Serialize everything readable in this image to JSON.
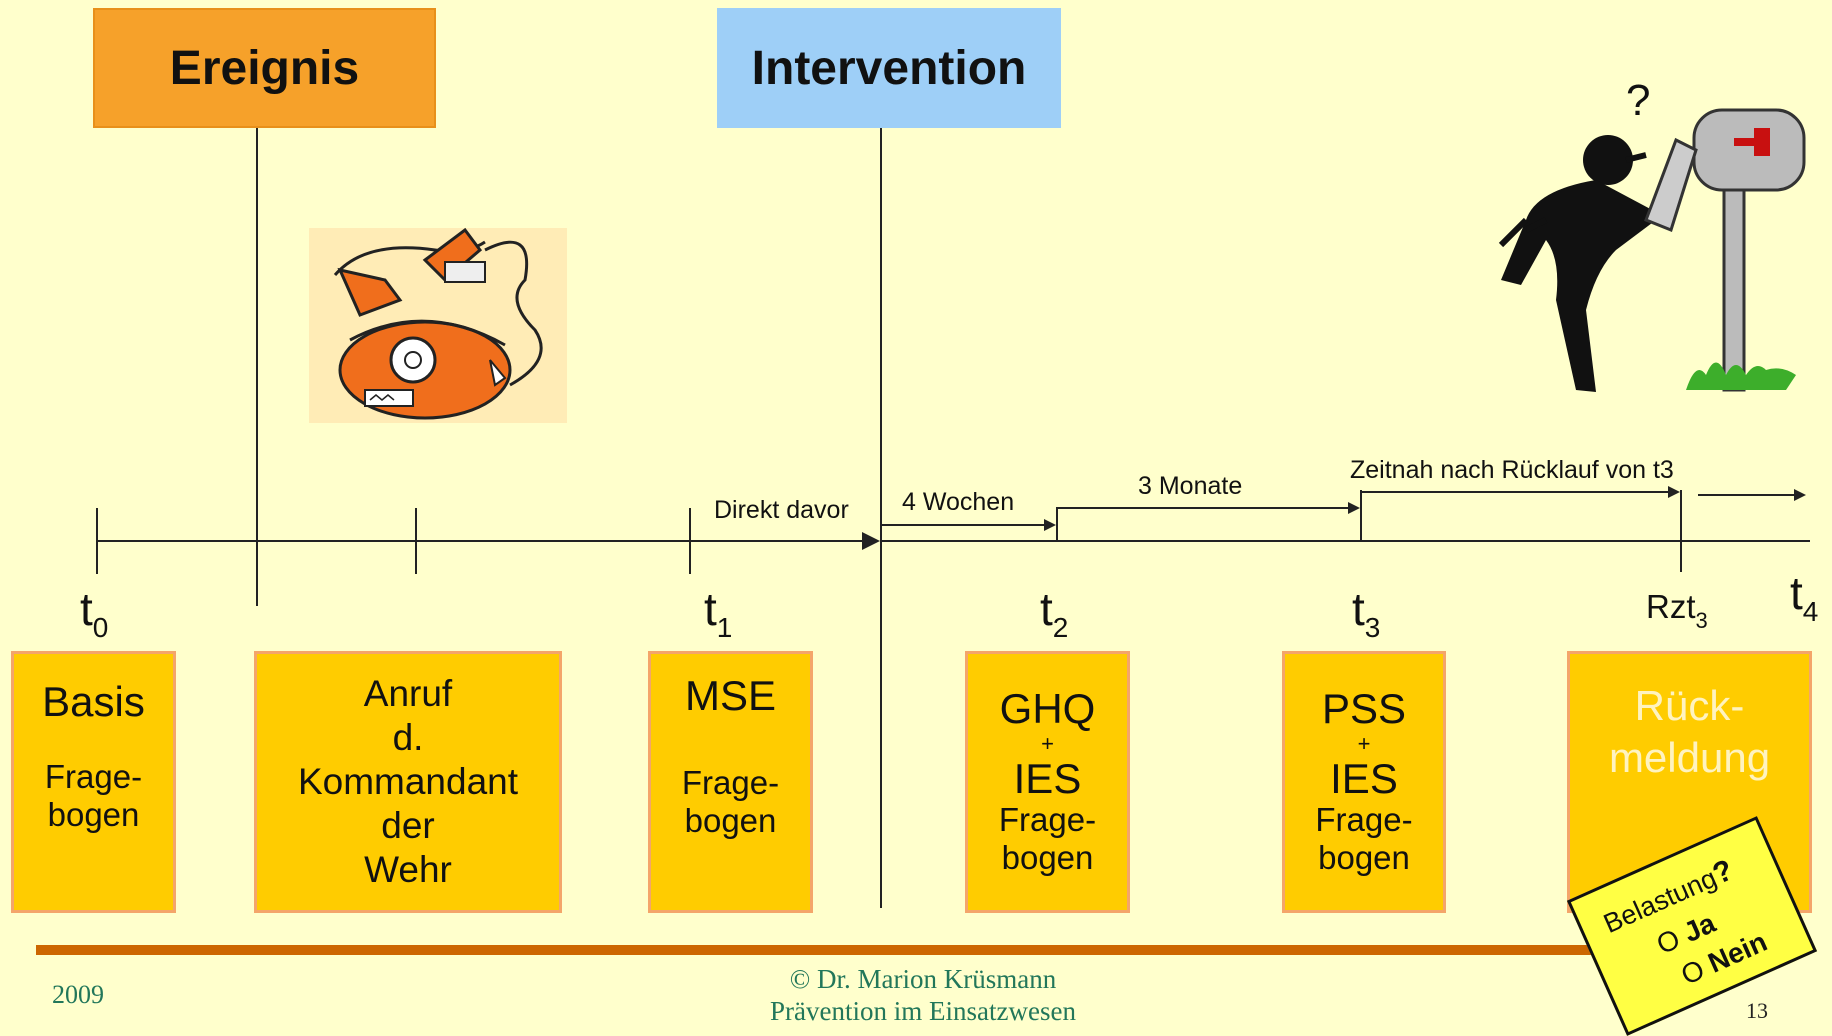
{
  "headers": {
    "event": "Ereignis",
    "intervention": "Intervention"
  },
  "timeline": {
    "points": [
      {
        "main": "t",
        "sub": "0"
      },
      {
        "main": "t",
        "sub": "1"
      },
      {
        "main": "t",
        "sub": "2"
      },
      {
        "main": "t",
        "sub": "3"
      },
      {
        "main": "Rzt",
        "sub": "3"
      },
      {
        "main": "t",
        "sub": "4"
      }
    ],
    "intervals": {
      "directly_before": "Direkt davor",
      "four_weeks": "4 Wochen",
      "three_months": "3 Monate",
      "after_return": "Zeitnah nach Rücklauf von t3"
    }
  },
  "boxes": {
    "basis": {
      "title": "Basis",
      "sub1": "Frage-",
      "sub2": "bogen"
    },
    "call": {
      "l1": "Anruf",
      "l2": "d.",
      "l3": "Kommandant",
      "l4": "der",
      "l5": "Wehr"
    },
    "mse": {
      "title": "MSE",
      "sub1": "Frage-",
      "sub2": "bogen"
    },
    "ghq": {
      "title": "GHQ",
      "plus": "+",
      "title2": "IES",
      "sub1": "Frage-",
      "sub2": "bogen"
    },
    "pss": {
      "title": "PSS",
      "plus": "+",
      "title2": "IES",
      "sub1": "Frage-",
      "sub2": "bogen"
    },
    "feedback": {
      "l1": "Rück-",
      "l2": "meldung"
    }
  },
  "stamp": {
    "question": "Belastung",
    "qmark": "?",
    "yes": "Ja",
    "no": "Nein",
    "circle": "O"
  },
  "footer": {
    "year": "2009",
    "copyright": "© Dr. Marion Krüsmann",
    "subtitle": "Prävention im Einsatzwesen",
    "page": "13"
  },
  "colors": {
    "background": "#FFFFCC",
    "event_box": "#F6A12A",
    "intervention_box": "#9ECFF7",
    "info_box": "#FFCC00",
    "footer_bar": "#CC6600",
    "footer_text": "#22775A"
  },
  "icons": {
    "telephone": "telephone-icon",
    "mailbox_figure": "mailbox-figure-icon"
  }
}
